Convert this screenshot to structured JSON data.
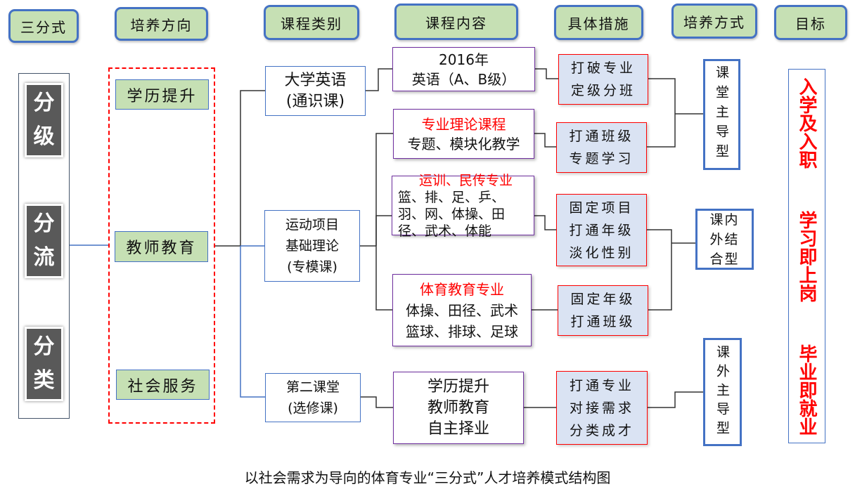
{
  "headers": {
    "three_part": "三分式",
    "direction": "培养方向",
    "category": "课程类别",
    "content": "课程内容",
    "measures": "具体措施",
    "mode": "培养方式",
    "goal": "目标"
  },
  "three_part_tiles": [
    {
      "line1": "分",
      "line2": "级"
    },
    {
      "line1": "分",
      "line2": "流"
    },
    {
      "line1": "分",
      "line2": "类"
    }
  ],
  "directions": [
    "学历提升",
    "教师教育",
    "社会服务"
  ],
  "categories": [
    {
      "line1": "大学英语",
      "line2": "(通识课)"
    },
    {
      "line1": "运动项目",
      "line2": "基础理论",
      "line3": "(专模课)"
    },
    {
      "line1": "第二课堂",
      "line2": "(选修课)"
    }
  ],
  "contents": [
    {
      "title": "2016年",
      "body": [
        "英语（A、B级）"
      ]
    },
    {
      "title": "专业理论课程",
      "body": [
        "专题、模块化教学"
      ]
    },
    {
      "title": "运训、民传专业",
      "body": [
        "篮、排、足、乒、",
        "羽、网、体操、田",
        "径、武术、体能"
      ]
    },
    {
      "title": "体育教育专业",
      "body": [
        "体操、田径、武术",
        "篮球、排球、足球"
      ]
    },
    {
      "title": "",
      "body": [
        "学历提升",
        "教师教育",
        "自主择业"
      ]
    }
  ],
  "measures": [
    [
      "打破专业",
      "定级分班"
    ],
    [
      "打通班级",
      "专题学习"
    ],
    [
      "固定项目",
      "打通年级",
      "淡化性别"
    ],
    [
      "固定年级",
      "打通班级"
    ],
    [
      "打通专业",
      "对接需求",
      "分类成才"
    ]
  ],
  "modes": [
    "课堂主导型",
    "课内外结合型",
    "课外主导型"
  ],
  "goal": "入学及入职  学习即上岗  毕业即就业",
  "caption": "以社会需求为导向的体育专业“三分式”人才培养模式结构图",
  "colors": {
    "header_fill": "#c6e0b4",
    "header_border": "#4472c4",
    "tile_fill": "#595959",
    "dashed_border": "#ff0000",
    "content_border": "#7030a0",
    "measure_fill": "#dae3f3",
    "measure_border": "#ff0000",
    "highlight_text": "#ff0000"
  }
}
